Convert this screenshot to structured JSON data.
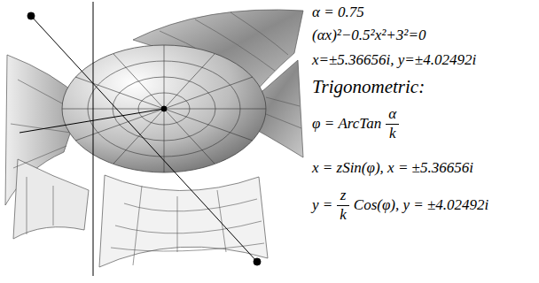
{
  "diagram": {
    "labels": [
      "α = 0.75",
      "(αx)²−0.5²x²+3²=0",
      "x=±5.36656i, y=±4.02492i",
      "Trigonometric:",
      "φ = ArcTan",
      "α",
      "k",
      "x = zSin(φ), x = ±5.36656i",
      "y =",
      "z",
      "k",
      "Cos(φ), y = ±4.02492i"
    ]
  }
}
